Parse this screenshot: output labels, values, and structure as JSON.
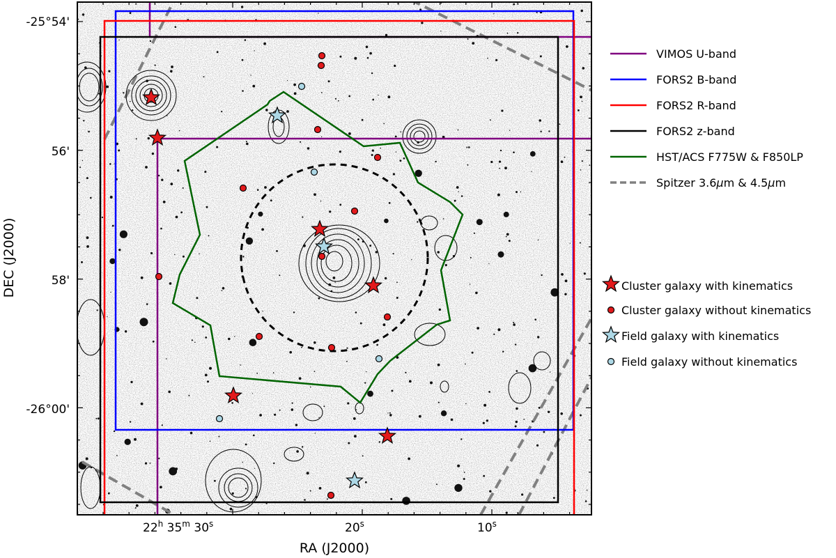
{
  "axes": {
    "xlabel": "RA (J2000)",
    "ylabel": "DEC (J2000)",
    "x_ticks": [
      {
        "label_main": "22",
        "sup1": "h",
        "mid": " 35",
        "sup2": "m",
        "tail": " 30",
        "sup3": "s"
      },
      {
        "label_main": "20",
        "sup1": "s"
      },
      {
        "label_main": "10",
        "sup1": "s"
      }
    ],
    "y_ticks": [
      "-25°54'",
      "56'",
      "58'",
      "-26°00'"
    ]
  },
  "legend_fields": {
    "items": [
      {
        "label": "VIMOS U-band",
        "color": "#800080",
        "style": "solid"
      },
      {
        "label": "FORS2 B-band",
        "color": "#0000ff",
        "style": "solid"
      },
      {
        "label": "FORS2 R-band",
        "color": "#ff0000",
        "style": "solid"
      },
      {
        "label": "FORS2 z-band",
        "color": "#000000",
        "style": "solid"
      },
      {
        "label": "HST/ACS F775W & F850LP",
        "color": "#006400",
        "style": "solid"
      },
      {
        "label_prefix": "Spitzer 3.6",
        "label_mu": "μ",
        "label_mid": "m & 4.5",
        "label_mu2": "μ",
        "label_suffix": "m",
        "color": "#808080",
        "style": "dashed"
      }
    ]
  },
  "legend_markers": {
    "items": [
      {
        "label": "Cluster galaxy with kinematics",
        "marker": "star",
        "color": "#e31a1c"
      },
      {
        "label": "Cluster galaxy without kinematics",
        "marker": "circle",
        "color": "#e31a1c"
      },
      {
        "label": "Field galaxy with kinematics",
        "marker": "star",
        "color": "#add8e6"
      },
      {
        "label": "Field galaxy without kinematics",
        "marker": "circle",
        "color": "#add8e6"
      }
    ]
  },
  "colors": {
    "cluster": "#e31a1c",
    "field": "#add8e6",
    "hst": "#006400",
    "spitzer": "#808080"
  },
  "icons": [
    "star-marker",
    "circle-marker"
  ]
}
